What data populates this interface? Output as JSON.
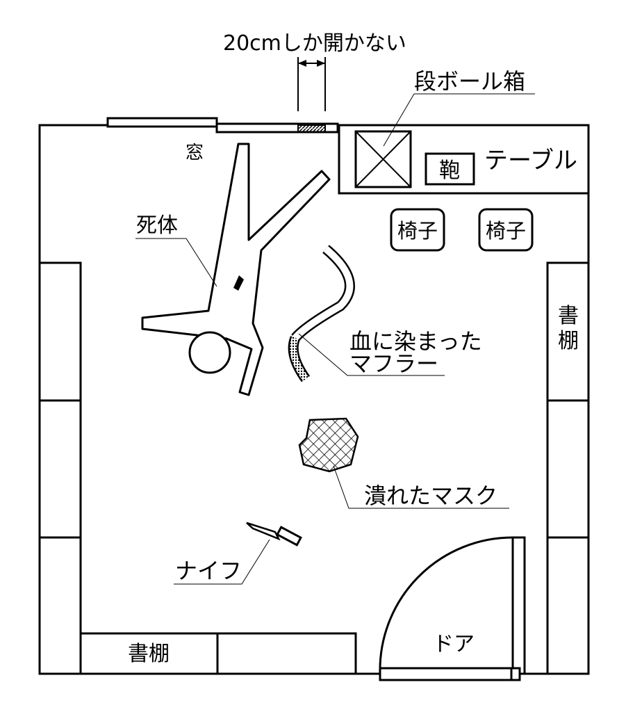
{
  "labels": {
    "window_gap": "20cmしか開かない",
    "cardboard_box": "段ボール箱",
    "table": "テーブル",
    "bag": "鞄",
    "chair_left": "椅子",
    "chair_right": "椅子",
    "window": "窓",
    "body": "死体",
    "muffler_line1": "血に染まった",
    "muffler_line2": "マフラー",
    "bookshelf_right_line1": "書",
    "bookshelf_right_line2": "棚",
    "mask": "潰れたマスク",
    "knife": "ナイフ",
    "door": "ドア",
    "bookshelf_bottom": "書棚"
  }
}
